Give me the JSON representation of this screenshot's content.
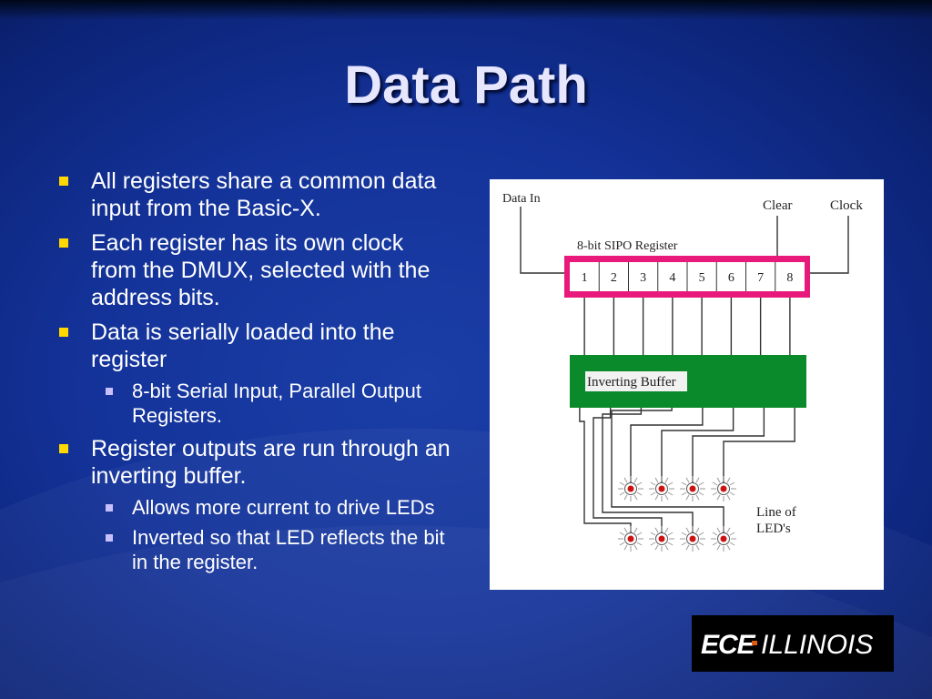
{
  "slide": {
    "title": "Data Path",
    "bullets": [
      {
        "text": "All registers share a common data input from the Basic-X.",
        "sub": []
      },
      {
        "text": "Each register has its own clock from the DMUX, selected with the address bits.",
        "sub": []
      },
      {
        "text": "Data is serially loaded into the register",
        "sub": [
          "8-bit Serial Input, Parallel Output Registers."
        ]
      },
      {
        "text": "Register outputs are run through an inverting buffer.",
        "sub": [
          "Allows more current to drive LEDs",
          "Inverted so that LED reflects the bit in the register."
        ]
      }
    ]
  },
  "diagram": {
    "labels": {
      "data_in": "Data In",
      "clear": "Clear",
      "clock": "Clock",
      "register": "8-bit SIPO Register",
      "buffer": "Inverting Buffer",
      "leds_line1": "Line of",
      "leds_line2": "LED's"
    },
    "cells": [
      "1",
      "2",
      "3",
      "4",
      "5",
      "6",
      "7",
      "8"
    ],
    "colors": {
      "register": "#e8197a",
      "buffer": "#0a8a2a",
      "led": "#cc1111"
    }
  },
  "logo": {
    "text_left": "ECE",
    "text_right": "ILLINOIS"
  },
  "theme": {
    "bullet": "#ffd800",
    "sub_bullet": "#c8bfff",
    "title": "#e6e6ff"
  }
}
